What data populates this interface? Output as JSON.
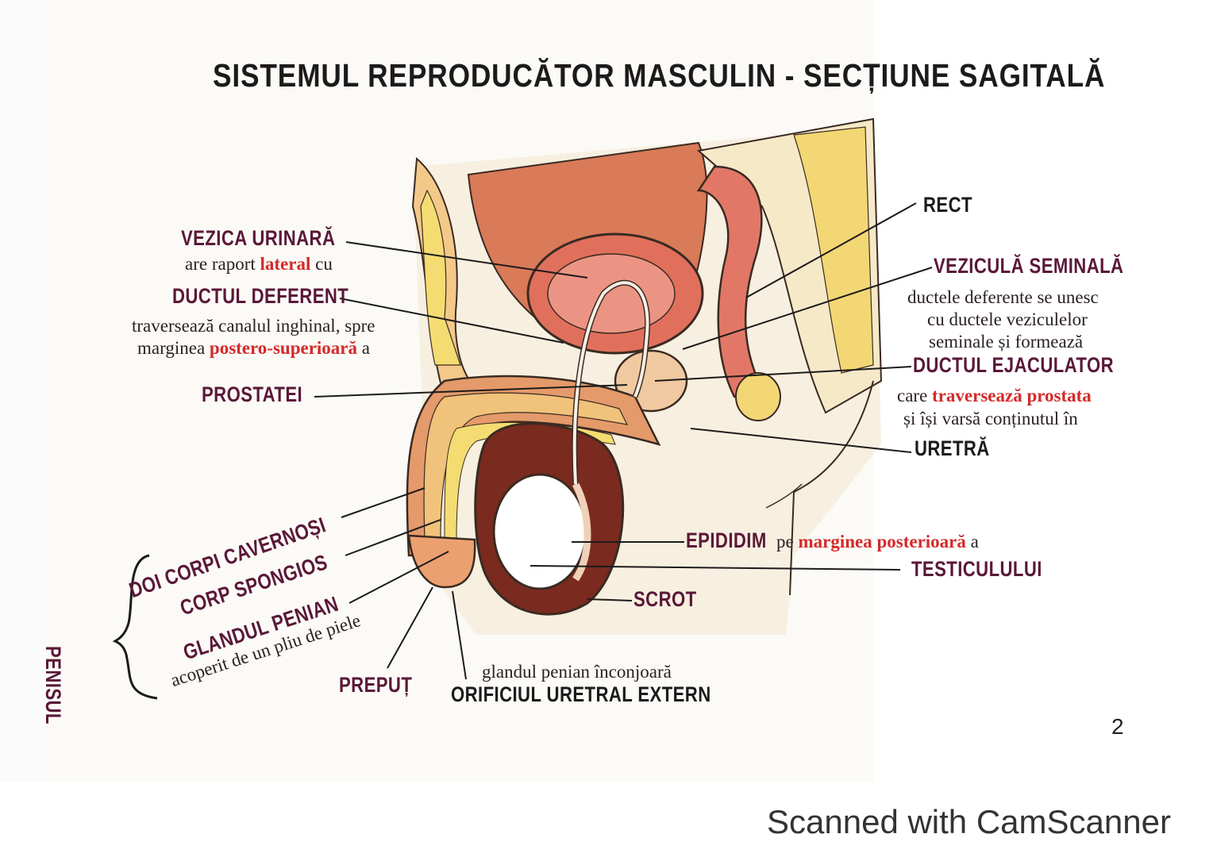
{
  "title": "SISTEMUL REPRODUCĂTOR MASCULIN - SECȚIUNE SAGITALĂ",
  "labels": {
    "vezica": "VEZICA URINARĂ",
    "vezica_note_a": "are raport ",
    "vezica_note_red": "lateral",
    "vezica_note_b": " cu",
    "ductul_deferent": "DUCTUL DEFERENT",
    "deferent_note_1": "traversează canalul inghinal, spre",
    "deferent_note_2a": "marginea ",
    "deferent_note_2red": "postero-superioară",
    "deferent_note_2b": " a",
    "prostatei": "PROSTATEI",
    "rect": "RECT",
    "vezicula": "VEZICULĂ SEMINALĂ",
    "vezicula_note_1": "ductele deferente se unesc",
    "vezicula_note_2": "cu ductele veziculelor",
    "vezicula_note_3": "seminale și formează",
    "ductul_ejaculator": "DUCTUL EJACULATOR",
    "ejac_note_1a": "care ",
    "ejac_note_1red": "traversează prostata",
    "ejac_note_2": "și își varsă conținutul în",
    "uretra": "URETRĂ",
    "epididim": "EPIDIDIM",
    "epididim_pe": " pe ",
    "epididim_red": "marginea posterioară",
    "epididim_a": " a",
    "testiculului": "TESTICULULUI",
    "scrot": "SCROT",
    "corpi_cavernosi": "DOI CORPI CAVERNOȘI",
    "corp_spongios": "CORP SPONGIOS",
    "glandul_penian": "GLANDUL PENIAN",
    "glandul_note": "acoperit de un pliu de piele",
    "penisul": "PENISUL",
    "prepuț": "PREPUȚ",
    "orificiu_note": "glandul penian înconjoară",
    "orificiu": "ORIFICIUL URETRAL EXTERN"
  },
  "page_number": "2",
  "watermark": "Scanned with CamScanner",
  "colors": {
    "heading": "#5a1838",
    "highlight": "#d42a2a",
    "bladder": "#e0705c",
    "skin": "#f0c27a",
    "fat": "#f2d86a",
    "testis": "#ffffff",
    "scrotum": "#7a2a1e"
  }
}
